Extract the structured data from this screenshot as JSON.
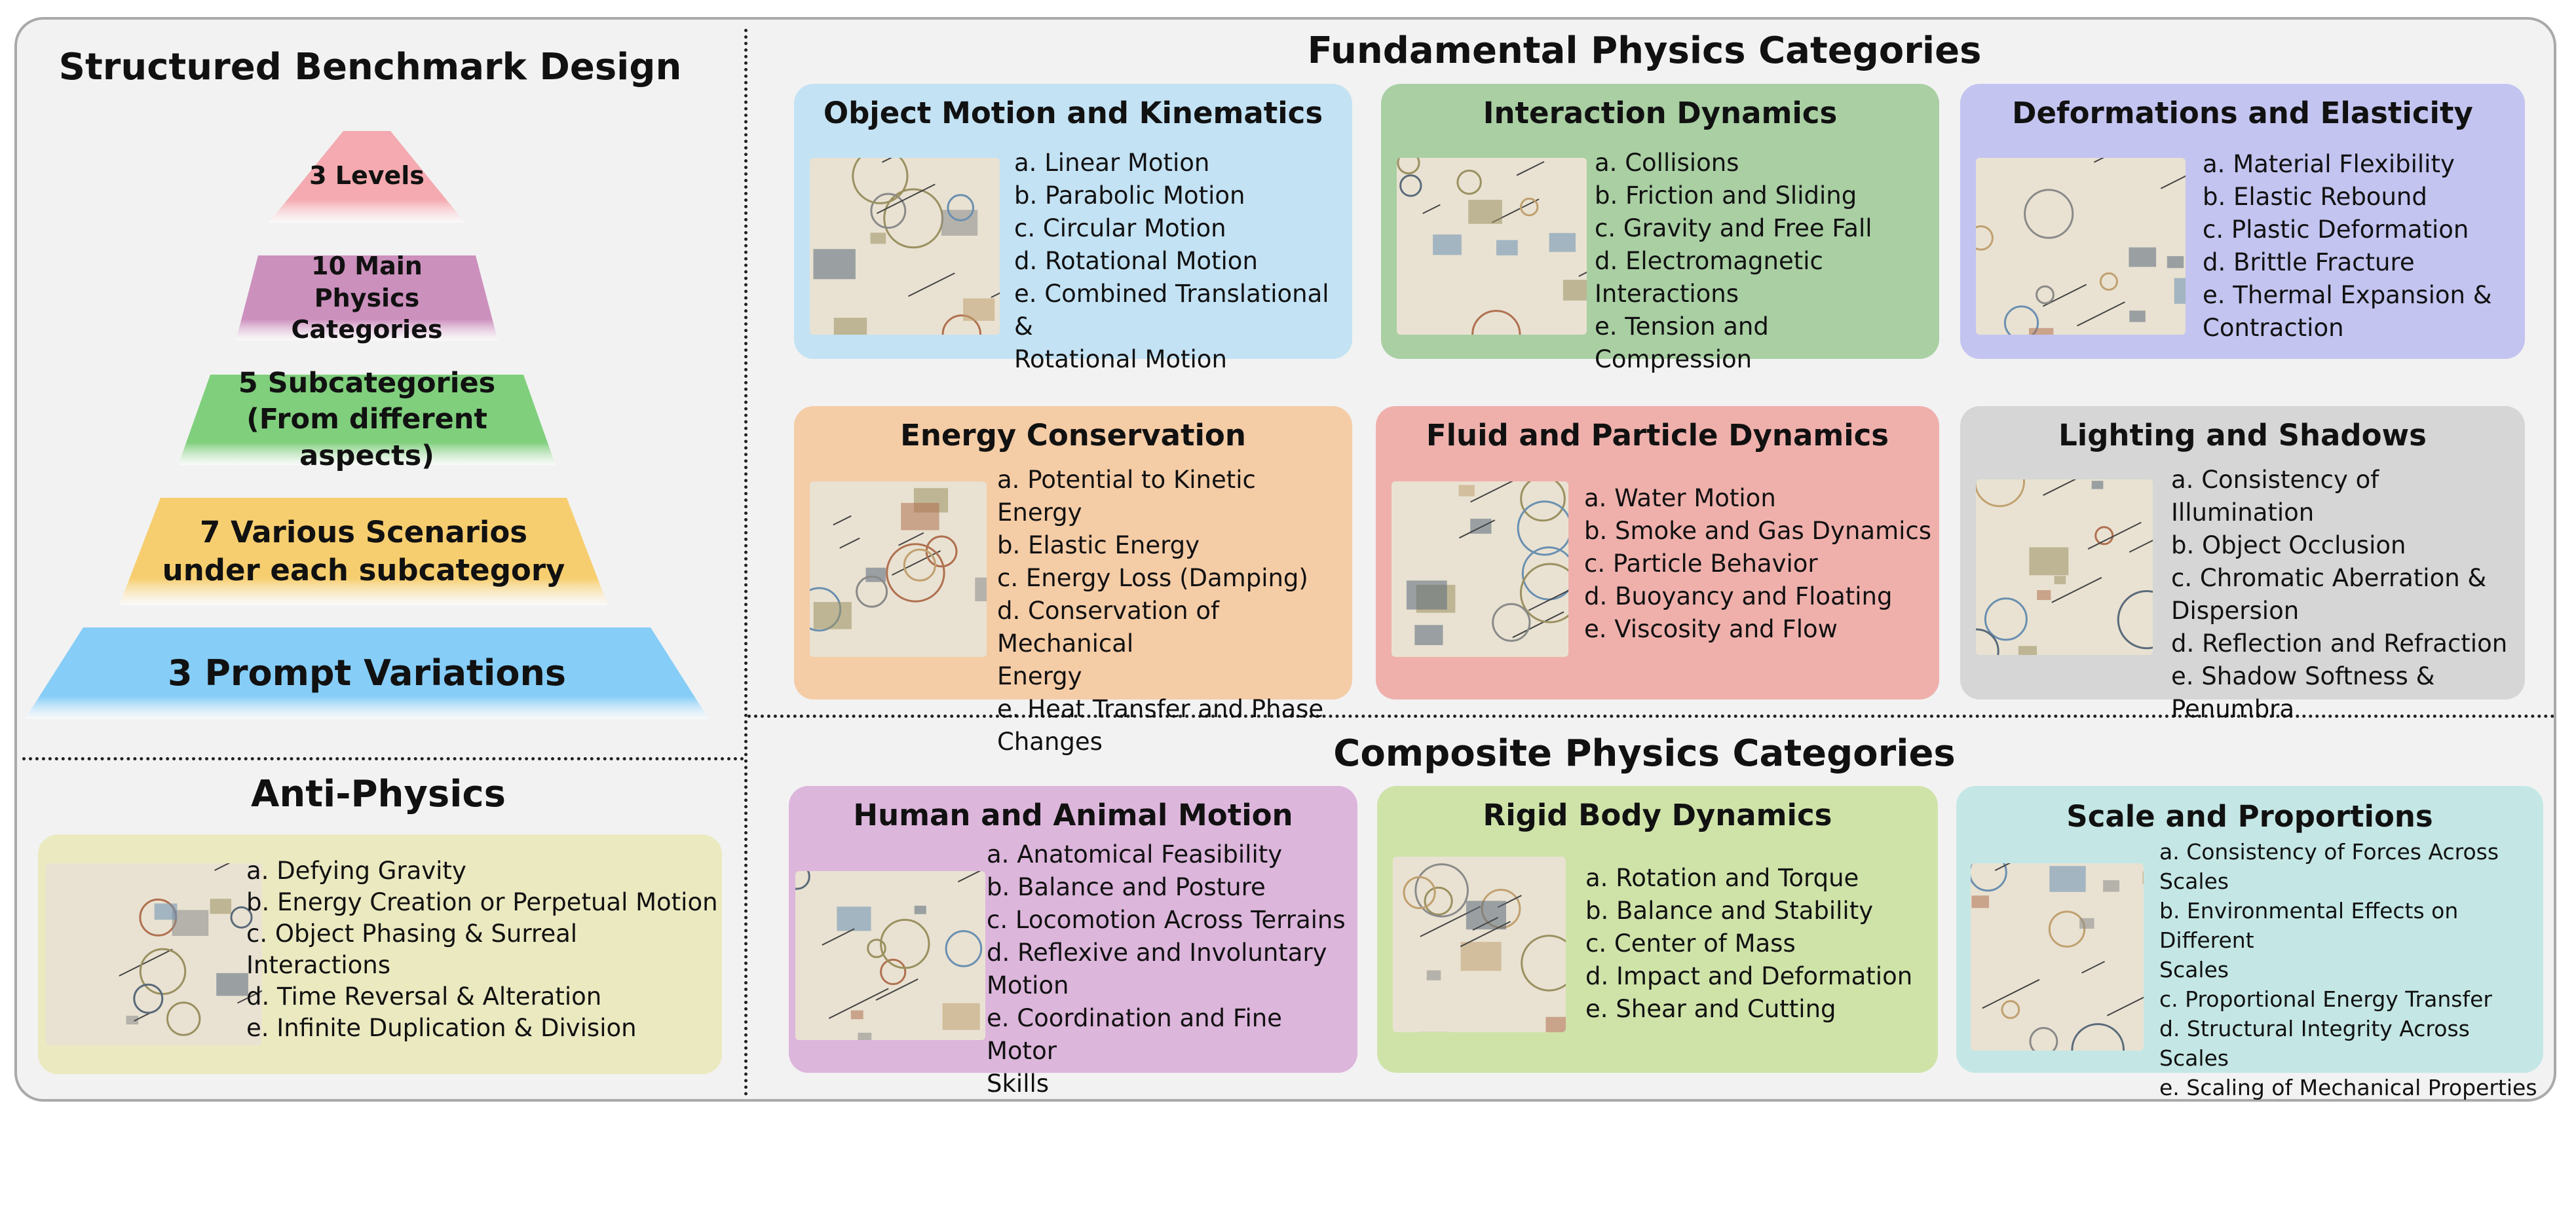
{
  "headings": {
    "structured": "Structured Benchmark Design",
    "fundamental": "Fundamental Physics Categories",
    "composite": "Composite Physics Categories",
    "anti": "Anti-Physics"
  },
  "pyramid": [
    "3 Levels",
    "10 Main\nPhysics Categories",
    "5 Subcategories\n(From different aspects)",
    "7 Various Scenarios\nunder each subcategory",
    "3 Prompt Variations"
  ],
  "anti_physics": {
    "items": [
      "a. Defying Gravity",
      "b. Energy Creation or Perpetual Motion",
      "c. Object Phasing & Surreal\nInteractions",
      "d. Time Reversal & Alteration",
      "e. Infinite Duplication & Division"
    ]
  },
  "fundamental": [
    {
      "title": "Object Motion and Kinematics",
      "color": "#c3e2f4",
      "items": [
        "a. Linear Motion",
        "b. Parabolic Motion",
        "c. Circular Motion",
        "d. Rotational Motion",
        "e. Combined Translational &\nRotational Motion"
      ]
    },
    {
      "title": "Interaction Dynamics",
      "color": "#a9cfa3",
      "items": [
        "a. Collisions",
        "b. Friction and Sliding",
        "c. Gravity and Free Fall",
        "d. Electromagnetic\nInteractions",
        "e. Tension and Compression"
      ]
    },
    {
      "title": "Deformations and Elasticity",
      "color": "#c3c4f0",
      "items": [
        "a. Material Flexibility",
        "b. Elastic Rebound",
        "c. Plastic Deformation",
        "d. Brittle Fracture",
        "e. Thermal Expansion &\nContraction"
      ]
    },
    {
      "title": "Energy Conservation",
      "color": "#f4cca6",
      "items": [
        "a. Potential to Kinetic Energy",
        "b. Elastic Energy",
        "c. Energy Loss (Damping)",
        "d. Conservation of Mechanical\nEnergy",
        "e. Heat Transfer and Phase\nChanges"
      ]
    },
    {
      "title": "Fluid and Particle Dynamics",
      "color": "#efb0ac",
      "items": [
        "a. Water Motion",
        "b. Smoke and Gas Dynamics",
        "c. Particle Behavior",
        "d. Buoyancy and Floating",
        "e. Viscosity and Flow"
      ]
    },
    {
      "title": "Lighting and Shadows",
      "color": "#d6d6d6",
      "items": [
        "a. Consistency of Illumination",
        "b. Object Occlusion",
        "c. Chromatic Aberration &\nDispersion",
        "d. Reflection and Refraction",
        "e. Shadow Softness &\nPenumbra"
      ]
    }
  ],
  "composite": [
    {
      "title": "Human and Animal Motion",
      "color": "#ddb6dc",
      "items": [
        "a. Anatomical Feasibility",
        "b. Balance and Posture",
        "c. Locomotion Across Terrains",
        "d. Reflexive and Involuntary\nMotion",
        "e. Coordination and Fine Motor\nSkills"
      ]
    },
    {
      "title": "Rigid Body Dynamics",
      "color": "#cfe3a9",
      "items": [
        "a. Rotation and Torque",
        "b. Balance and Stability",
        "c. Center of Mass",
        "d. Impact and Deformation",
        "e. Shear and Cutting"
      ]
    },
    {
      "title": "Scale and Proportions",
      "color": "#c4e7e5",
      "items": [
        "a.   Consistency of Forces Across\n      Scales",
        "b. Environmental Effects on Different\nScales",
        "c. Proportional Energy Transfer",
        "d. Structural Integrity Across\nScales",
        "e. Scaling of Mechanical Properties"
      ]
    }
  ],
  "colors": {
    "pyramid": [
      "#f4aab0",
      "#cc90bd",
      "#80cf7d",
      "#f7ce6f",
      "#86cdf7"
    ],
    "anti_physics": "#ebe9c0",
    "frame": "#f2f2f2"
  }
}
